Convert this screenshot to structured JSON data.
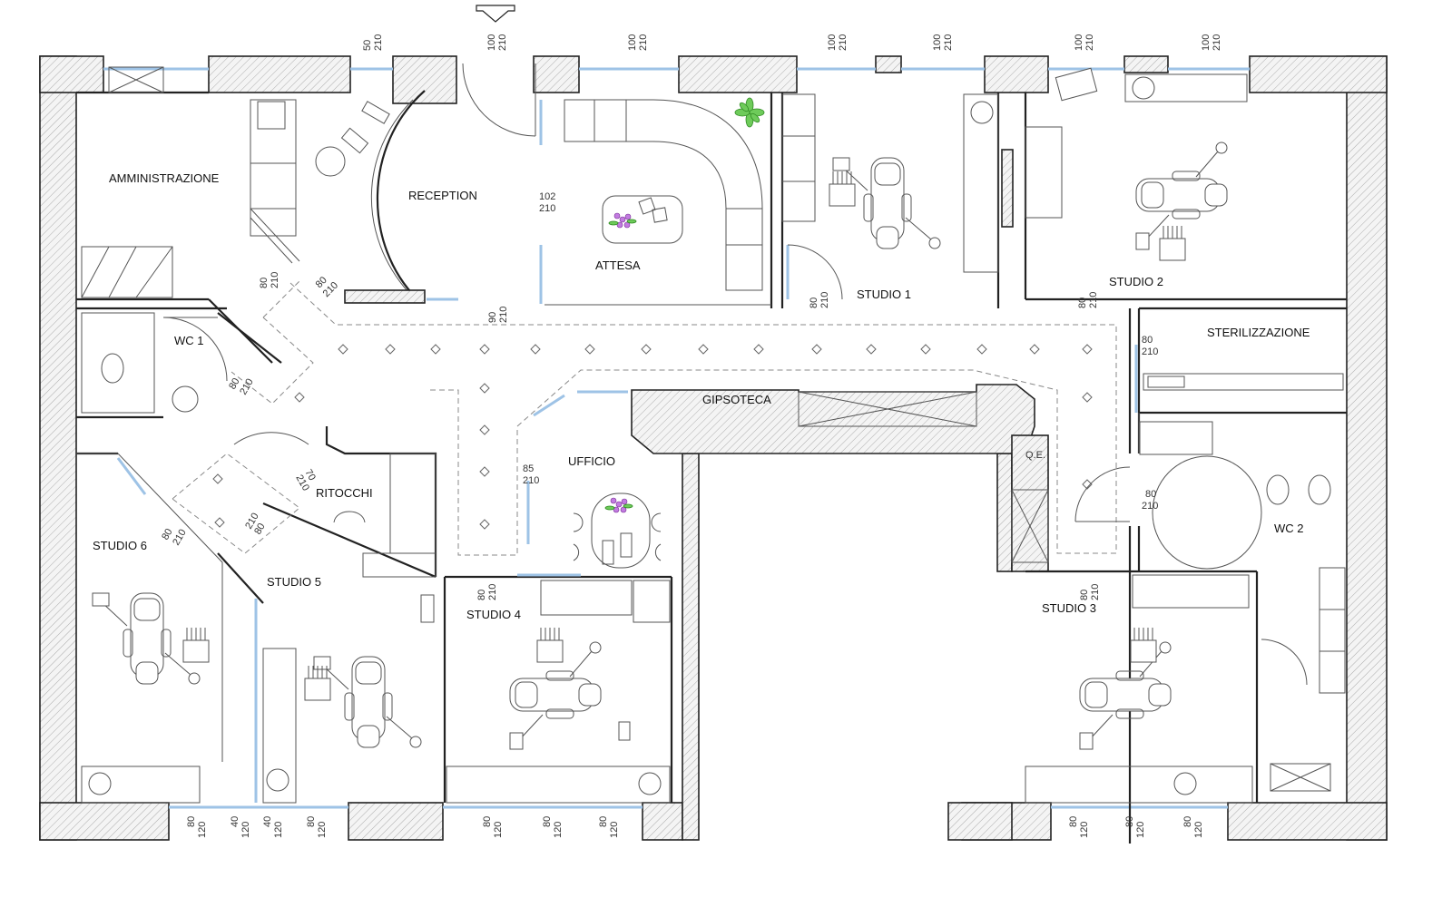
{
  "rooms": {
    "amministrazione": "AMMINISTRAZIONE",
    "reception": "RECEPTION",
    "attesa": "ATTESA",
    "studio1": "STUDIO 1",
    "studio2": "STUDIO 2",
    "sterilizzazione": "STERILIZZAZIONE",
    "wc1": "WC 1",
    "gipsoteca": "GIPSOTECA",
    "ufficio": "UFFICIO",
    "ritocchi": "RITOCCHI",
    "studio6": "STUDIO 6",
    "studio5": "STUDIO 5",
    "studio4": "STUDIO 4",
    "studio3": "STUDIO 3",
    "wc2": "WC 2",
    "qe": "Q.E."
  },
  "dimensions": {
    "top_50_210": [
      "50",
      "210"
    ],
    "top_entrance": [
      "100",
      "210"
    ],
    "top_attesa": [
      "100",
      "210"
    ],
    "top_studio1_a": [
      "100",
      "210"
    ],
    "top_studio1_b": [
      "100",
      "210"
    ],
    "top_studio2_a": [
      "100",
      "210"
    ],
    "top_studio2_b": [
      "100",
      "210"
    ],
    "attesa_door": [
      "102",
      "210"
    ],
    "amm_door": [
      "80",
      "210"
    ],
    "rec_door": [
      "80",
      "210"
    ],
    "corr_90": [
      "90",
      "210"
    ],
    "studio1_door": [
      "80",
      "210"
    ],
    "studio2_door": [
      "80",
      "210"
    ],
    "steril_door": [
      "80",
      "210"
    ],
    "wc1_door": [
      "80",
      "210"
    ],
    "ufficio_door": [
      "85",
      "210"
    ],
    "ritocchi_door": [
      "70",
      "210"
    ],
    "studio6_door": [
      "80",
      "210"
    ],
    "studio5_door": [
      "80",
      "210"
    ],
    "studio4_door": [
      "80",
      "210"
    ],
    "wc2_door": [
      "80",
      "210"
    ],
    "studio3_door": [
      "80",
      "210"
    ],
    "bottom": [
      [
        "80",
        "120"
      ],
      [
        "40",
        "120"
      ],
      [
        "40",
        "120"
      ],
      [
        "80",
        "120"
      ],
      [
        "80",
        "120"
      ],
      [
        "80",
        "120"
      ],
      [
        "80",
        "120"
      ],
      [
        "80",
        "120"
      ],
      [
        "80",
        "120"
      ],
      [
        "80",
        "120"
      ]
    ]
  },
  "icons": {
    "entrance": "entrance-arrow-icon",
    "plant": "plant-icon",
    "dental_chair": "dental-chair-icon"
  }
}
